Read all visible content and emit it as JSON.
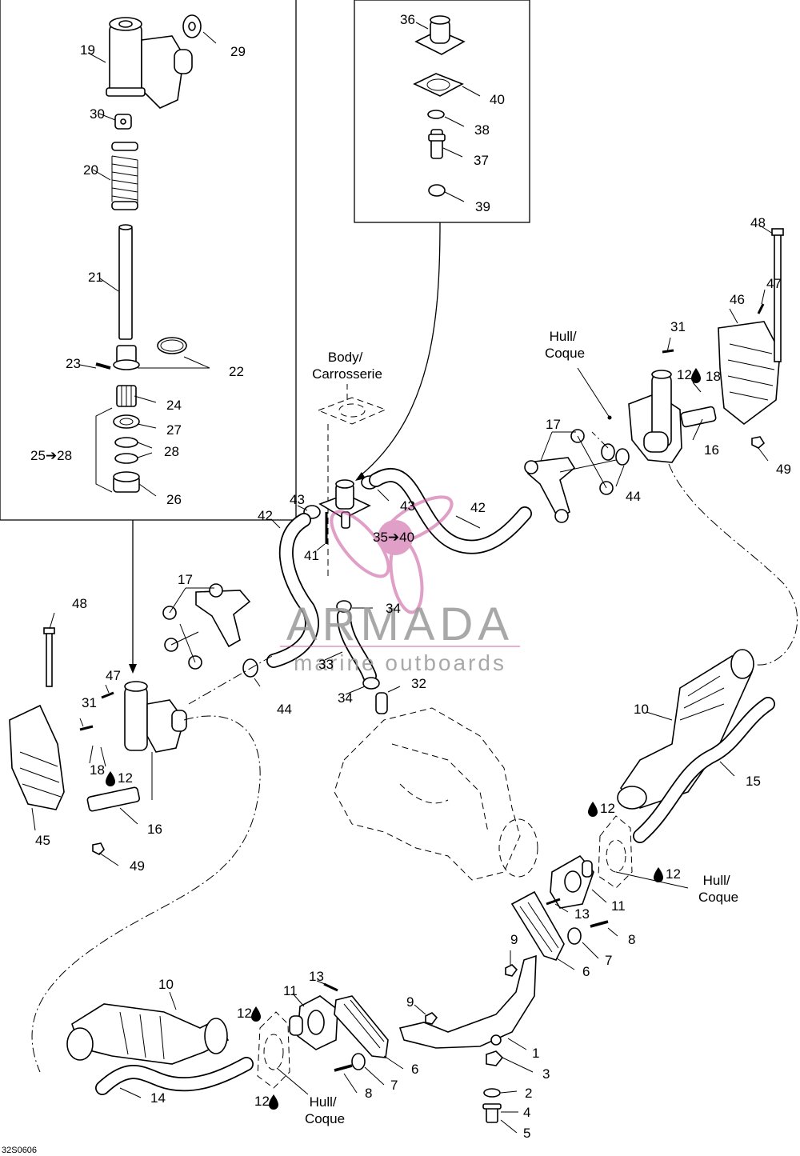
{
  "diagram": {
    "code": "32S0606",
    "watermark": {
      "brand": "ARMADA",
      "tagline": "marine outboards",
      "color": "#c8529a"
    },
    "labels": {
      "body": "Body/\nCarrosserie",
      "hull": "Hull/\nCoque",
      "range_25_28": "25➔28",
      "range_35_40": "35➔40"
    },
    "callouts": [
      "1",
      "2",
      "3",
      "4",
      "5",
      "6",
      "7",
      "8",
      "9",
      "10",
      "11",
      "12",
      "13",
      "14",
      "15",
      "16",
      "17",
      "18",
      "19",
      "20",
      "21",
      "22",
      "23",
      "24",
      "26",
      "27",
      "28",
      "29",
      "30",
      "31",
      "32",
      "33",
      "34",
      "36",
      "37",
      "38",
      "39",
      "40",
      "41",
      "42",
      "43",
      "44",
      "45",
      "46",
      "47",
      "48",
      "49"
    ]
  }
}
